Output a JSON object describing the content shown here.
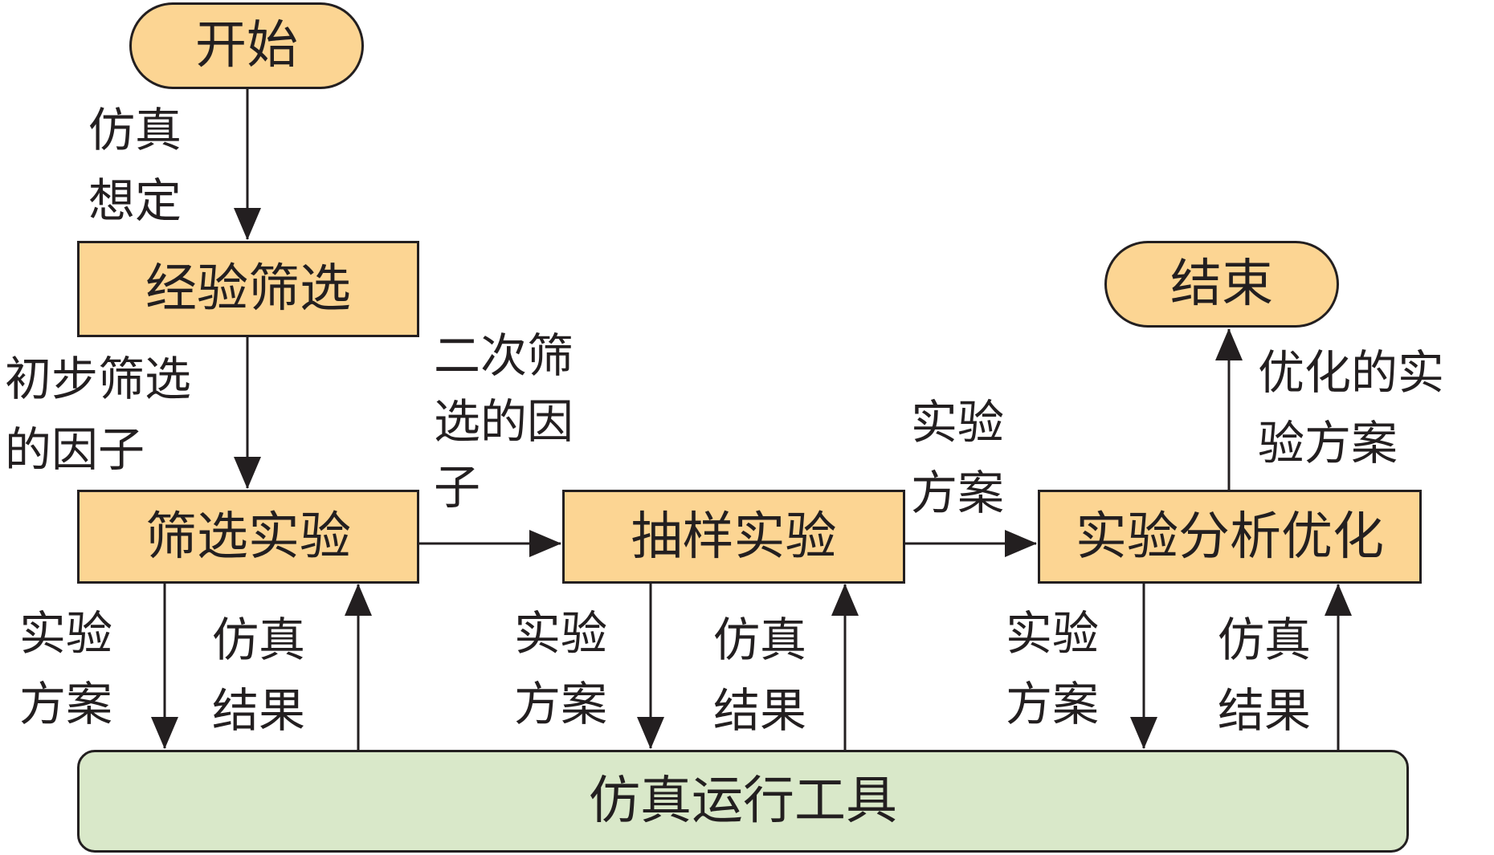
{
  "nodes": {
    "start": "开始",
    "empirical_screening": "经验筛选",
    "screening_experiment": "筛选实验",
    "sampling_experiment": "抽样实验",
    "analysis_optimization": "实验分析优化",
    "end": "结束",
    "simulation_tool": "仿真运行工具"
  },
  "edge_labels": {
    "start_to_empirical": [
      "仿真",
      "想定"
    ],
    "empirical_to_screening": [
      "初步筛选",
      "的因子"
    ],
    "screening_to_sampling": [
      "二次筛",
      "选的因",
      "子"
    ],
    "sampling_to_analysis": [
      "实验",
      "方案"
    ],
    "analysis_to_end": [
      "优化的实",
      "验方案"
    ],
    "screening_down": [
      "实验",
      "方案"
    ],
    "screening_up": [
      "仿真",
      "结果"
    ],
    "sampling_down": [
      "实验",
      "方案"
    ],
    "sampling_up": [
      "仿真",
      "结果"
    ],
    "analysis_down": [
      "实验",
      "方案"
    ],
    "analysis_up": [
      "仿真",
      "结果"
    ]
  },
  "colors": {
    "process_fill": "#fcd593",
    "tool_fill": "#d9e8c9",
    "stroke": "#231f20"
  }
}
